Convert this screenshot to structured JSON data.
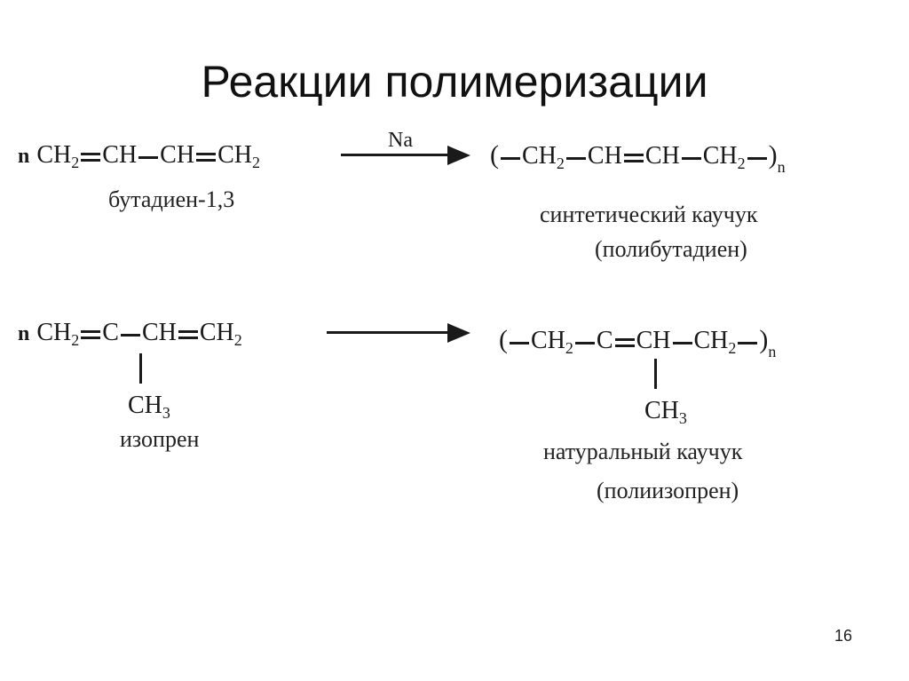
{
  "slide": {
    "title": "Реакции полимеризации",
    "page_number": "16"
  },
  "reaction1": {
    "coef": "n",
    "monomer": [
      "CH",
      "2",
      "CH",
      "CH",
      "CH",
      "2"
    ],
    "catalyst": "Na",
    "monomer_name": "бутадиен-1,3",
    "polymer_open": "(",
    "polymer": [
      "CH",
      "2",
      "CH",
      "CH",
      "CH",
      "2"
    ],
    "polymer_close": ")",
    "polymer_index": "n",
    "polymer_name": "синтетический каучук",
    "polymer_name_alt": "(полибутадиен)"
  },
  "reaction2": {
    "coef": "n",
    "monomer": [
      "CH",
      "2",
      "C",
      "CH",
      "CH",
      "2"
    ],
    "substituent": [
      "CH",
      "3"
    ],
    "monomer_name": "изопрен",
    "polymer_open": "(",
    "polymer": [
      "CH",
      "2",
      "C",
      "CH",
      "CH",
      "2"
    ],
    "polymer_substituent": [
      "CH",
      "3"
    ],
    "polymer_close": ")",
    "polymer_index": "n",
    "polymer_name": "натуральный каучук",
    "polymer_name_alt": "(полиизопрен)"
  }
}
